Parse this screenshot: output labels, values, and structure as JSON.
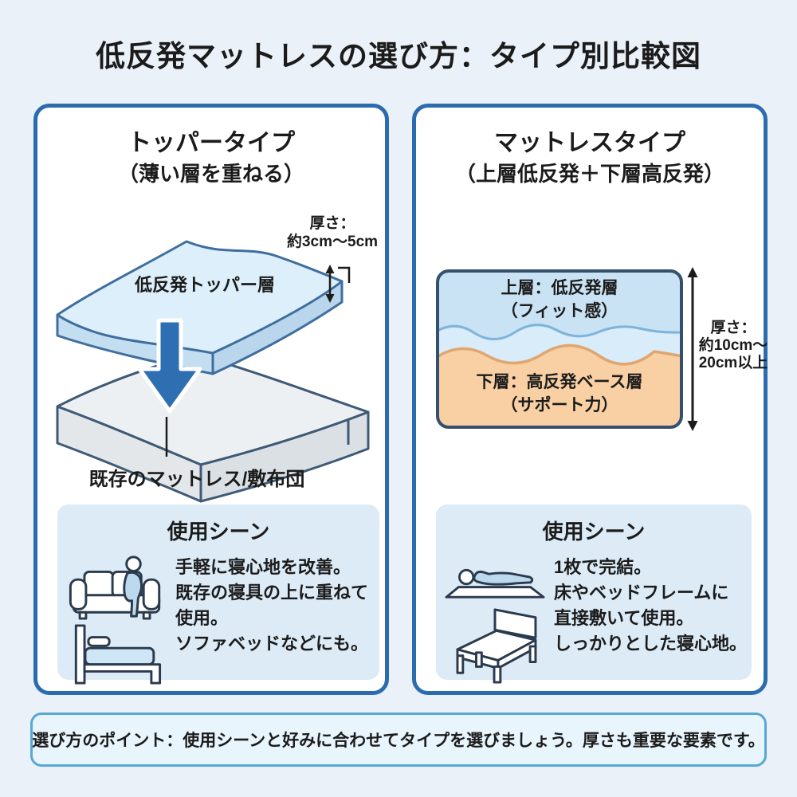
{
  "page": {
    "title": "低反発マットレスの選び方：タイプ別比較図",
    "footer_note": "選び方のポイント：使用シーンと好みに合わせてタイプを選びましょう。厚さも重要な要素です。"
  },
  "colors": {
    "page_bg": "#eaf1f8",
    "panel_border": "#2b6cae",
    "usage_bg": "#dcebf6",
    "footer_bg": "#e9f5fd",
    "footer_border": "#58a7d6",
    "arrow_blue": "#2e6fb2",
    "topper_blue": "#dceffb",
    "memory_layer_blue": "#c9e2f4",
    "base_layer_orange": "#f8d0a3",
    "ink": "#1b1b1b"
  },
  "left_panel": {
    "title": "トッパータイプ",
    "subtitle": "（薄い層を重ねる）",
    "thickness_line1": "厚さ：",
    "thickness_line2": "約3cm〜5cm",
    "topper_layer_label": "低反発トッパー層",
    "base_label": "既存のマットレス/敷布団",
    "usage": {
      "title": "使用シーン",
      "icons": [
        "sofa-person-icon",
        "bed-side-icon"
      ],
      "lines": [
        "手軽に寝心地を改善。",
        "既存の寝具の上に重ねて",
        "使用。",
        "ソファベッドなどにも。"
      ]
    }
  },
  "right_panel": {
    "title": "マットレスタイプ",
    "subtitle": "（上層低反発＋下層高反発）",
    "upper_layer_line1": "上層：低反発層",
    "upper_layer_line2": "（フィット感）",
    "lower_layer_line1": "下層：高反発ベース層",
    "lower_layer_line2": "（サポート力）",
    "thickness_lines": [
      "厚さ：",
      "約10cm〜",
      "20cm以上"
    ],
    "usage": {
      "title": "使用シーン",
      "icons": [
        "person-on-mat-icon",
        "bed-frame-icon"
      ],
      "lines": [
        "1枚で完結。",
        "床やベッドフレームに",
        "直接敷いて使用。",
        "しっかりとした寝心地。"
      ]
    }
  }
}
